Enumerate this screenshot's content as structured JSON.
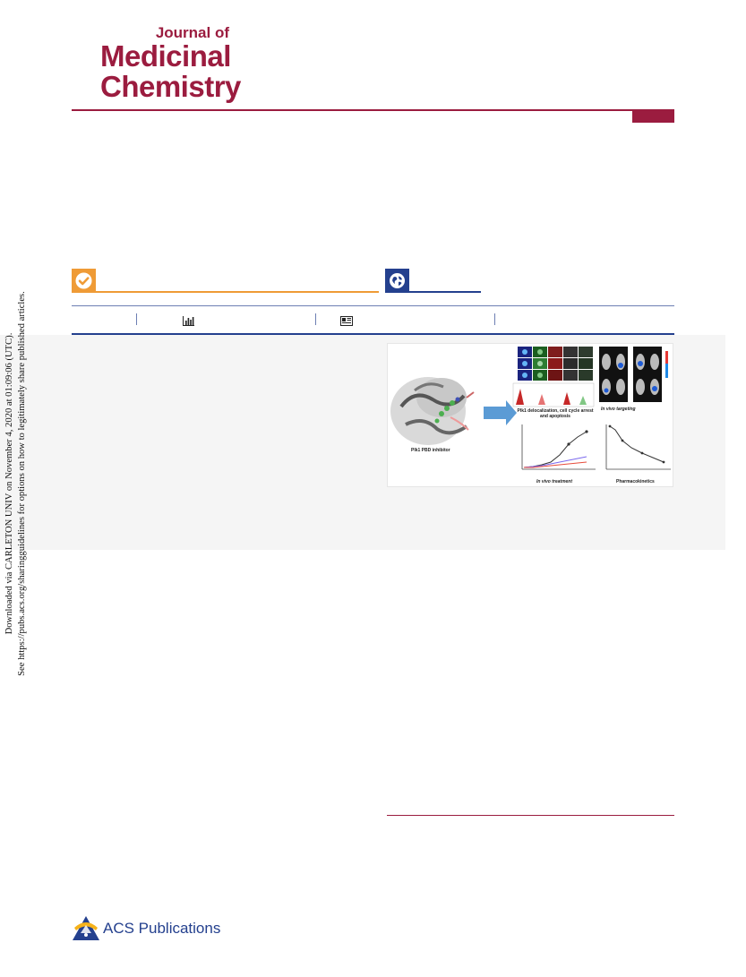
{
  "journal": {
    "line1": "Journal of",
    "line2": "Medicinal",
    "line3": "Chemistry"
  },
  "badges": {
    "check_icon": "check-circle-icon",
    "globe_icon": "globe-icon",
    "orange": "#ef9b36",
    "blue": "#24408e"
  },
  "metrics": {
    "icons": [
      "bar-chart-icon",
      "article-icon"
    ]
  },
  "side_note": {
    "line1": "Downloaded via CARLETON UNIV on November 4, 2020 at 01:09:06 (UTC).",
    "line2": "See https://pubs.acs.org/sharingguidelines for options on how to legitimately share published articles."
  },
  "toc_graphic": {
    "label_inhibitor": "Plk1 PBD inhibitor",
    "label_deloc": "Plk1 delocalization, cell cycle arrest and apoptosis",
    "label_targeting": "In vivo targeting",
    "label_treatment": "In vivo treatment",
    "label_pk": "Pharmacokinetics"
  },
  "publisher": {
    "name": "ACS Publications",
    "color": "#24408e"
  },
  "brand_color": "#9b1c3f"
}
